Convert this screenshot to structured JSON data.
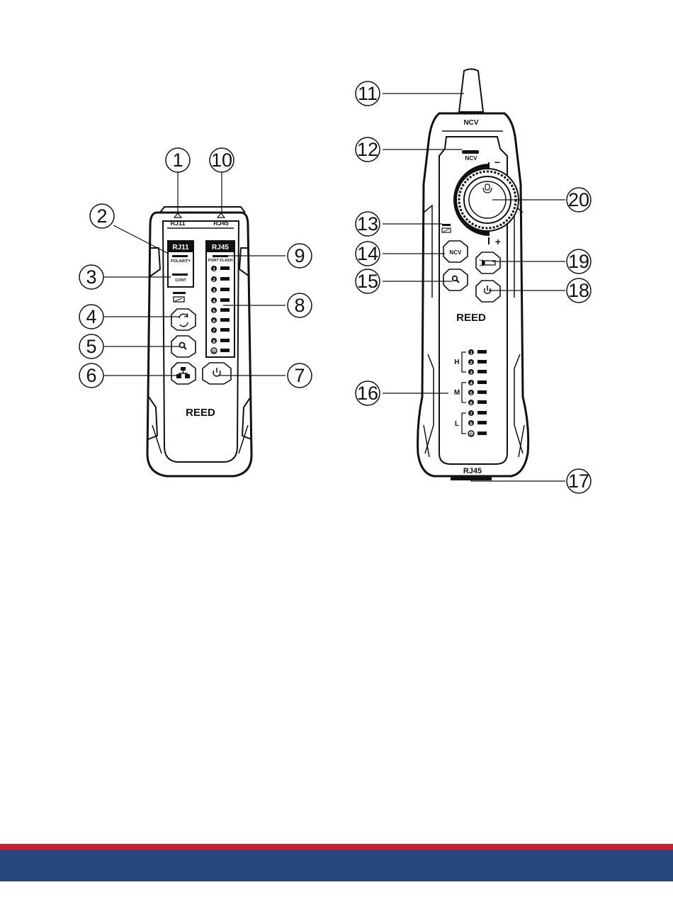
{
  "colors": {
    "accent_red": "#c8202f",
    "accent_blue": "#26487e",
    "ink": "#111111"
  },
  "transmitter": {
    "port_rj11": "RJ11",
    "port_rj45": "RJ45",
    "panel_rj11": "RJ11",
    "polarity": "POLARITY",
    "cont": "CONT",
    "panel_rj45": "RJ45",
    "port_flash": "PORT FLASH",
    "leds": [
      "1",
      "2",
      "3",
      "4",
      "5",
      "6",
      "7",
      "8",
      "G"
    ],
    "brand": "REED",
    "icons": [
      "battery-icon",
      "cycle-icon",
      "search-icon",
      "network-icon",
      "power-icon"
    ]
  },
  "receiver": {
    "ncv_tip": "NCV",
    "ncv_indicator": "NCV",
    "ncv_button": "NCV",
    "dial_minus": "−",
    "dial_plus": "+",
    "brand": "REED",
    "groups": [
      {
        "label": "H",
        "leds": [
          "1",
          "2",
          "3"
        ]
      },
      {
        "label": "M",
        "leds": [
          "4",
          "5",
          "6"
        ]
      },
      {
        "label": "L",
        "leds": [
          "7",
          "8",
          "G"
        ]
      }
    ],
    "port": "RJ45",
    "icons": [
      "battery-icon",
      "search-icon",
      "power-icon",
      "flashlight-icon",
      "volume-dial-icon"
    ]
  },
  "callouts": [
    "1",
    "2",
    "3",
    "4",
    "5",
    "6",
    "7",
    "8",
    "9",
    "10",
    "11",
    "12",
    "13",
    "14",
    "15",
    "16",
    "17",
    "18",
    "19",
    "20"
  ]
}
